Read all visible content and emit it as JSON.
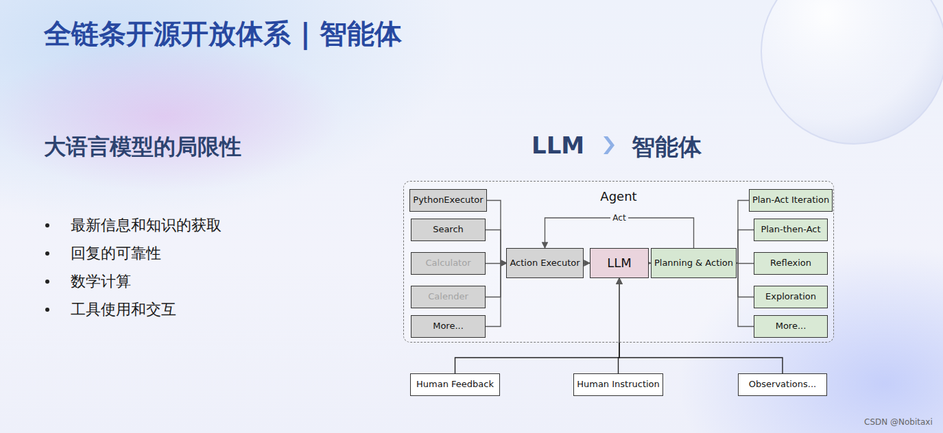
{
  "diagram": {
    "title": "全链条开源开放体系 | 智能体",
    "nodes": [
      {
        "text": [
          "Agent"
        ]
      },
      {
        "text": [
          "PythonExecutor"
        ],
        "in": 0
      },
      {
        "text": [
          "Search"
        ],
        "in": 0
      },
      {
        "text": [
          "Calculator"
        ],
        "in": 0
      },
      {
        "text": [
          "Calender"
        ],
        "in": 0
      },
      {
        "text": [
          "More..."
        ],
        "in": 0
      },
      {
        "text": [
          "Action Executor"
        ],
        "in": 0
      },
      {
        "text": [
          "LLM"
        ],
        "in": 0
      },
      {
        "text": [
          "Planning & Action"
        ],
        "in": 0
      },
      {
        "text": [
          "Plan-Act Iteration"
        ],
        "in": 0
      },
      {
        "text": [
          "Plan-then-Act"
        ],
        "in": 0
      },
      {
        "text": [
          "Reflexion"
        ],
        "in": 0
      },
      {
        "text": [
          "Exploration"
        ],
        "in": 0
      },
      {
        "text": [
          "More..."
        ],
        "in": 0
      },
      {
        "text": [
          "Human Feedback"
        ]
      },
      {
        "text": [
          "Human Instruction"
        ]
      },
      {
        "text": [
          "Observations..."
        ]
      }
    ],
    "edges": [
      {
        "from": 1,
        "to": 6,
        "arrow": "to"
      },
      {
        "from": 2,
        "to": 6,
        "arrow": "to"
      },
      {
        "from": 3,
        "to": 6,
        "arrow": "to"
      },
      {
        "from": 4,
        "to": 6,
        "arrow": "to"
      },
      {
        "from": 5,
        "to": 6,
        "arrow": "to"
      },
      {
        "from": 6,
        "to": 7,
        "arrow": "to"
      },
      {
        "from": 7,
        "to": 8,
        "arrow": "to"
      },
      {
        "from": 8,
        "to": 6,
        "label": "Act",
        "arrow": "to"
      },
      {
        "from": 8,
        "to": 9,
        "arrow": "none"
      },
      {
        "from": 8,
        "to": 10,
        "arrow": "none"
      },
      {
        "from": 8,
        "to": 11,
        "arrow": "none"
      },
      {
        "from": 8,
        "to": 12,
        "arrow": "none"
      },
      {
        "from": 8,
        "to": 13,
        "arrow": "none"
      },
      {
        "from": 14,
        "to": 7,
        "arrow": "to"
      },
      {
        "from": 15,
        "to": 7,
        "arrow": "to"
      },
      {
        "from": 16,
        "to": 7,
        "arrow": "to"
      }
    ],
    "labels": [
      "大语言模型的局限性",
      "最新信息和知识的获取",
      "回复的可靠性",
      "数学计算",
      "工具使用和交互",
      "LLM",
      "智能体",
      "CSDN @Nobitaxi"
    ]
  }
}
